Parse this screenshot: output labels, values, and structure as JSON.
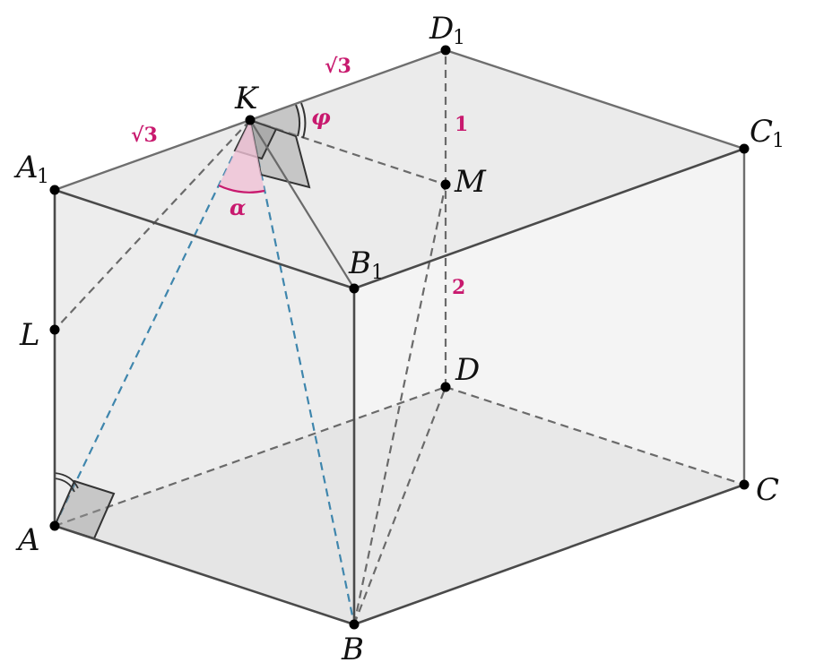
{
  "figure": {
    "vertex_labels": {
      "A": "A",
      "B": "B",
      "C": "C",
      "D": "D",
      "A1": "A",
      "A1_sub": "1",
      "B1": "B",
      "B1_sub": "1",
      "C1": "C",
      "C1_sub": "1",
      "D1": "D",
      "D1_sub": "1",
      "K": "K",
      "L": "L",
      "M": "M"
    },
    "annotations": {
      "segment_A1K": "√3",
      "segment_KD1": "√3",
      "segment_D1M": "1",
      "segment_MD": "2",
      "angle_alpha": "α",
      "angle_phi": "φ"
    },
    "colors": {
      "annotation": "#c8196e",
      "hidden_edge": "#6a6a6a",
      "blue_edge": "#3f86ad",
      "alpha_fill": "#f0c2d6",
      "right_angle_fill": "#9a9a9a"
    }
  }
}
